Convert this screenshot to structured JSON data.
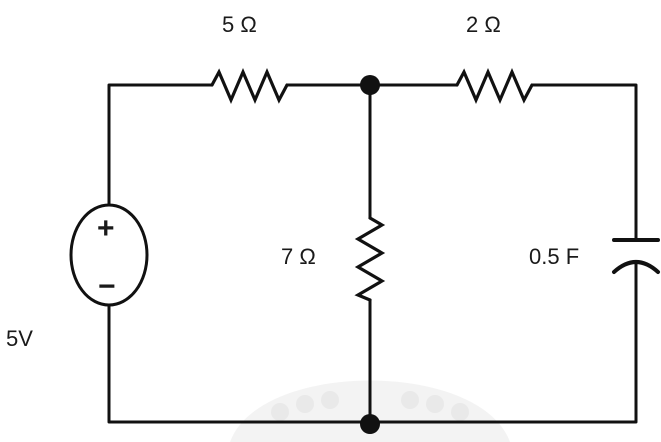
{
  "diagram": {
    "type": "circuit",
    "colors": {
      "wire": "#111111",
      "background": "#ffffff",
      "watermark": "#e9e9e9"
    },
    "source": {
      "label": "5V",
      "plus": "+",
      "minus": "−"
    },
    "resistor_top_left": {
      "label": "5 Ω"
    },
    "resistor_top_right": {
      "label": "2 Ω"
    },
    "resistor_middle": {
      "label": "7 Ω"
    },
    "capacitor": {
      "label": "0.5 F"
    }
  }
}
